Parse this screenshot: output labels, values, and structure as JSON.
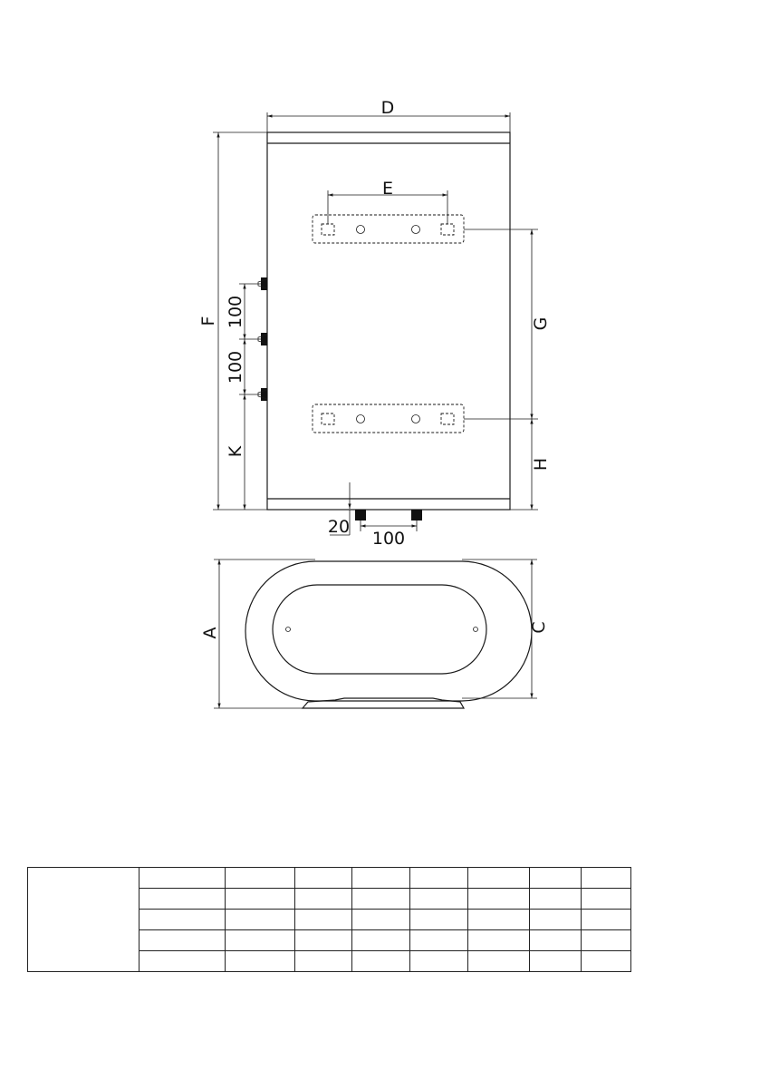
{
  "dimensions": {
    "A": "A",
    "C": "C",
    "D": "D",
    "E": "E",
    "F": "F",
    "G": "G",
    "H": "H",
    "K": "K",
    "spacing_upper": "100",
    "spacing_lower": "100",
    "bottom_offset": "20",
    "bottom_pipe_spacing": "100"
  },
  "spec_table": {
    "rows": 5,
    "data_columns": 8,
    "cells": [
      [
        "",
        "",
        "",
        "",
        "",
        "",
        "",
        ""
      ],
      [
        "",
        "",
        "",
        "",
        "",
        "",
        "",
        ""
      ],
      [
        "",
        "",
        "",
        "",
        "",
        "",
        "",
        ""
      ],
      [
        "",
        "",
        "",
        "",
        "",
        "",
        "",
        ""
      ],
      [
        "",
        "",
        "",
        "",
        "",
        "",
        "",
        ""
      ]
    ]
  }
}
